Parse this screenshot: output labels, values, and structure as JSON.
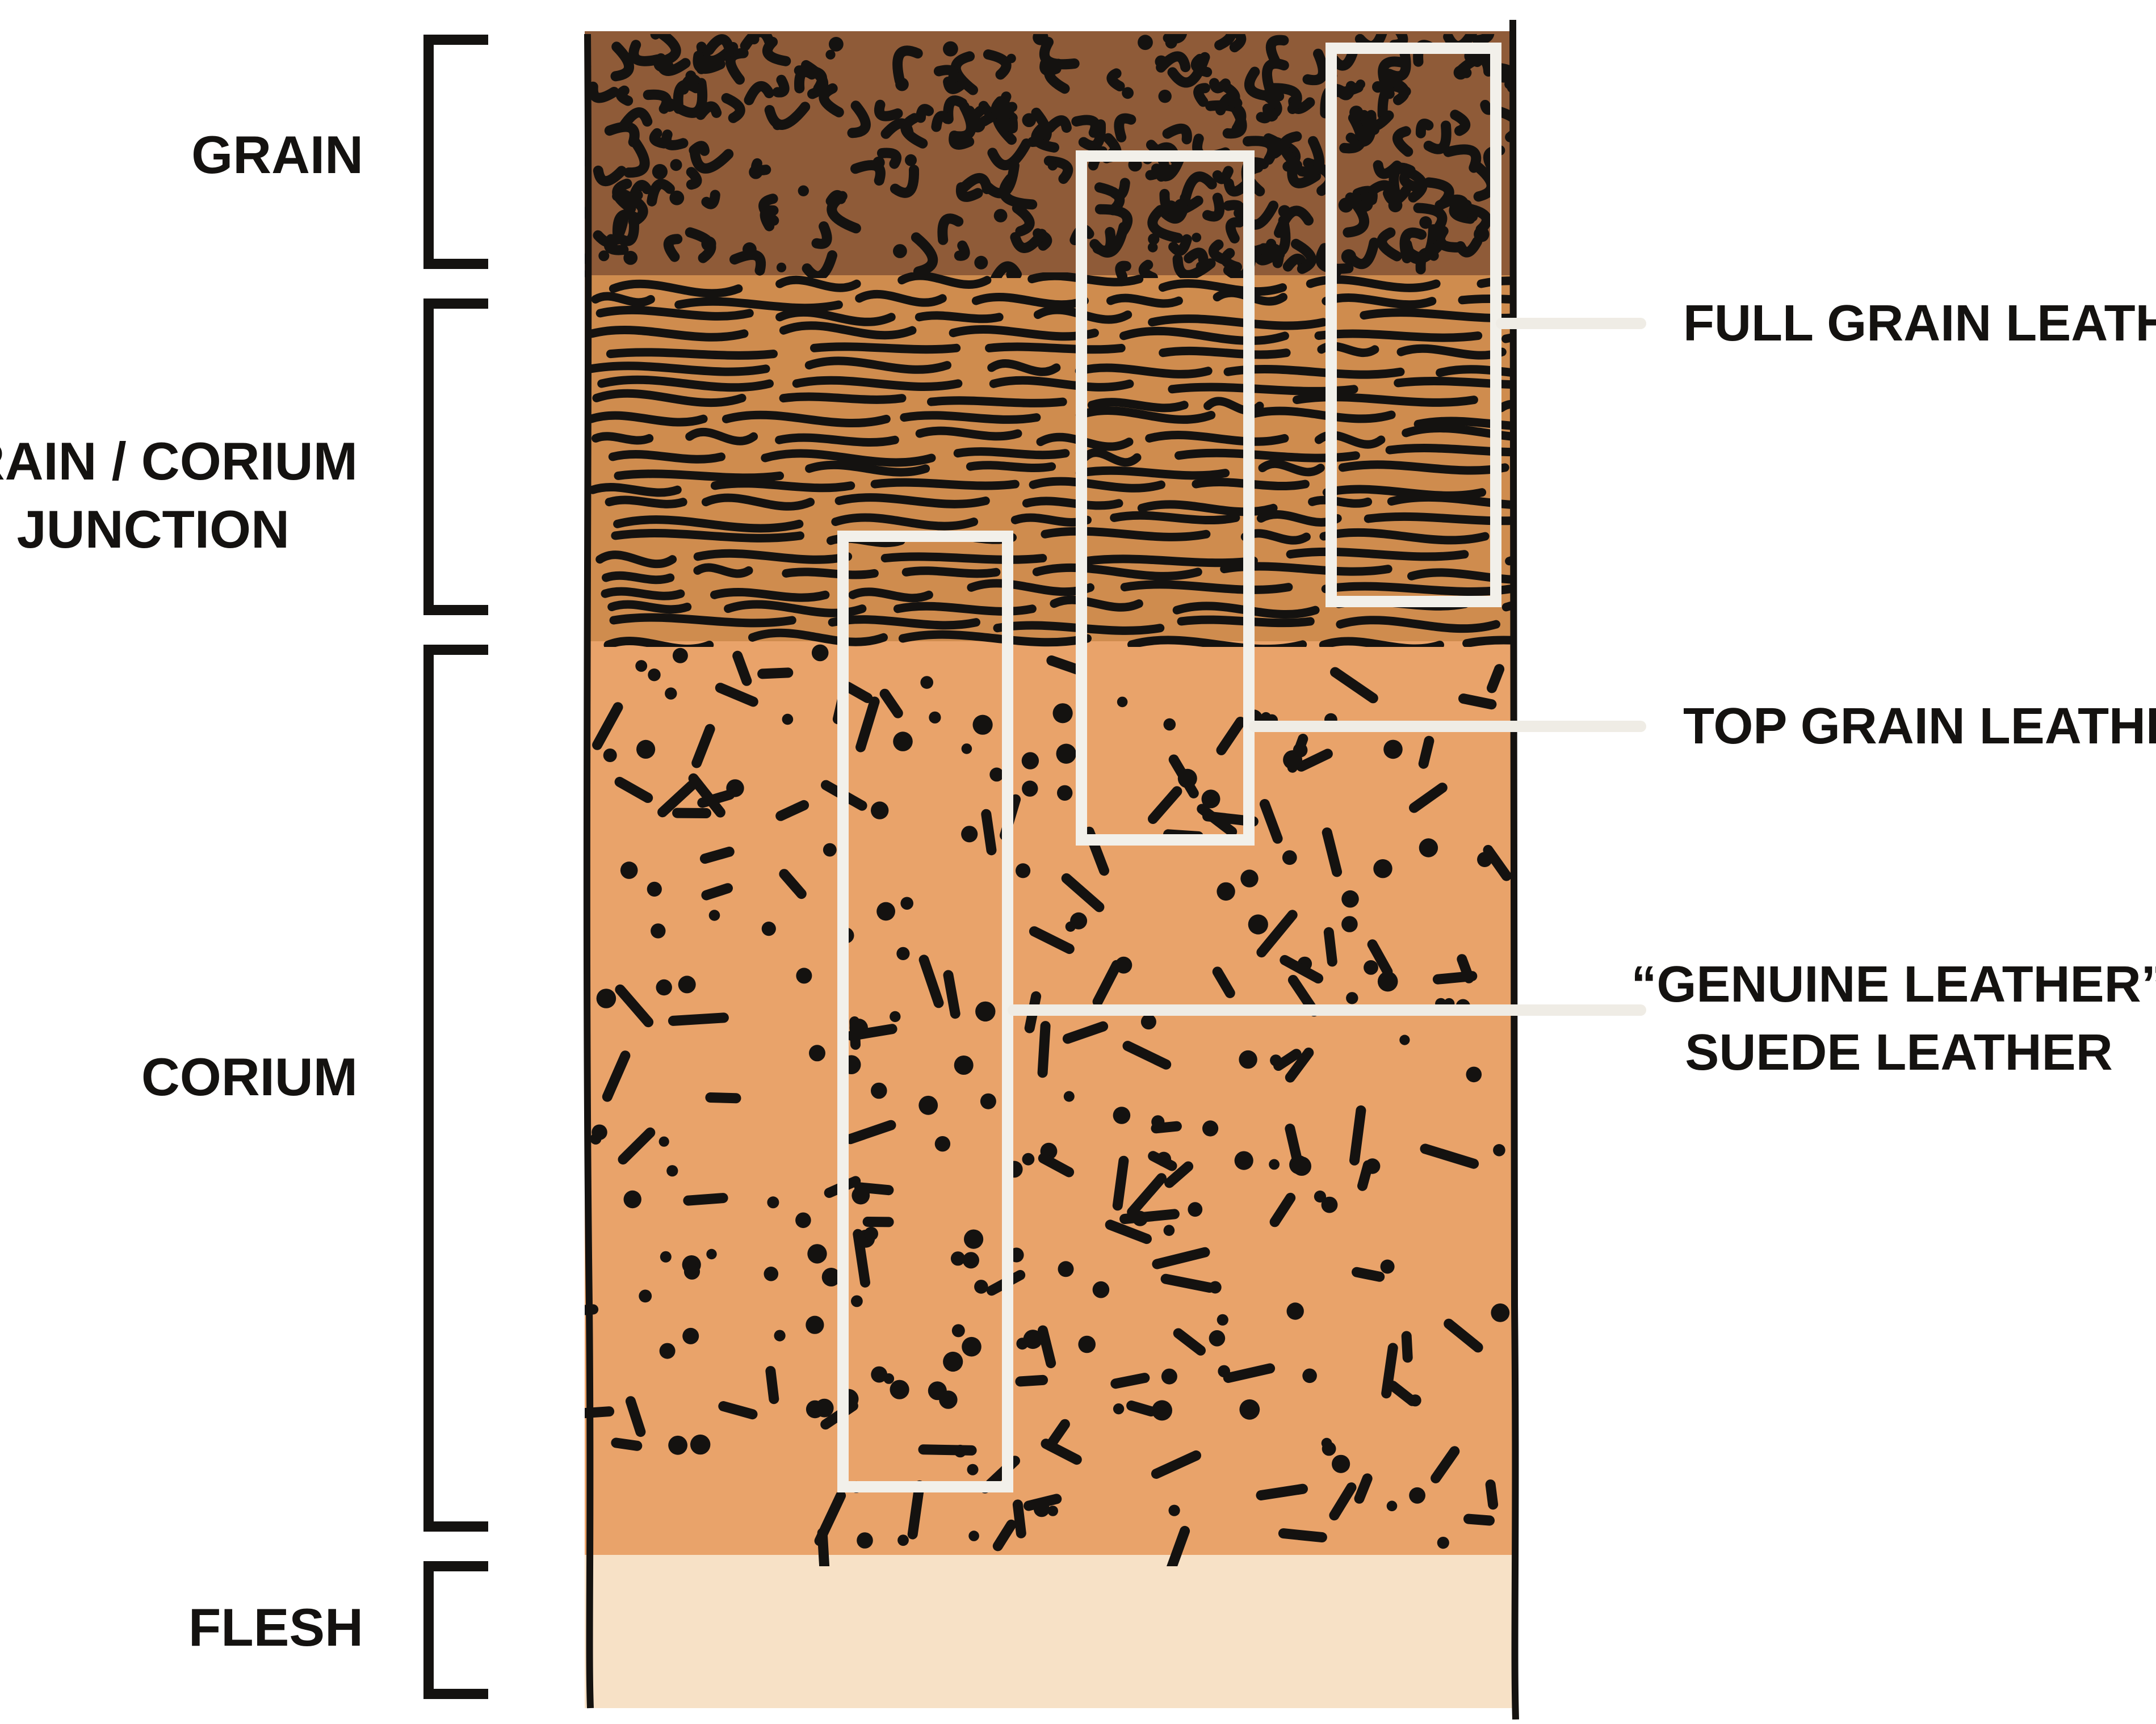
{
  "left_labels": {
    "grain": [
      "GRAIN"
    ],
    "junction": [
      "GRAIN / CORIUM",
      "JUNCTION"
    ],
    "corium": [
      "CORIUM"
    ],
    "flesh": [
      "FLESH"
    ]
  },
  "right_labels": {
    "full_grain": [
      "FULL GRAIN LEATHER"
    ],
    "top_grain": [
      "TOP GRAIN LEATHER"
    ],
    "genuine": [
      "“GENUINE LEATHER”",
      "SUEDE LEATHER"
    ]
  },
  "colors": {
    "grain": "#8f5b38",
    "junction": "#cf8c4e",
    "corium": "#e9a36a",
    "flesh": "#f7e1c6",
    "ink": "#141210",
    "box_stroke": "#f2f0ea",
    "leader_line": "#efece5"
  }
}
